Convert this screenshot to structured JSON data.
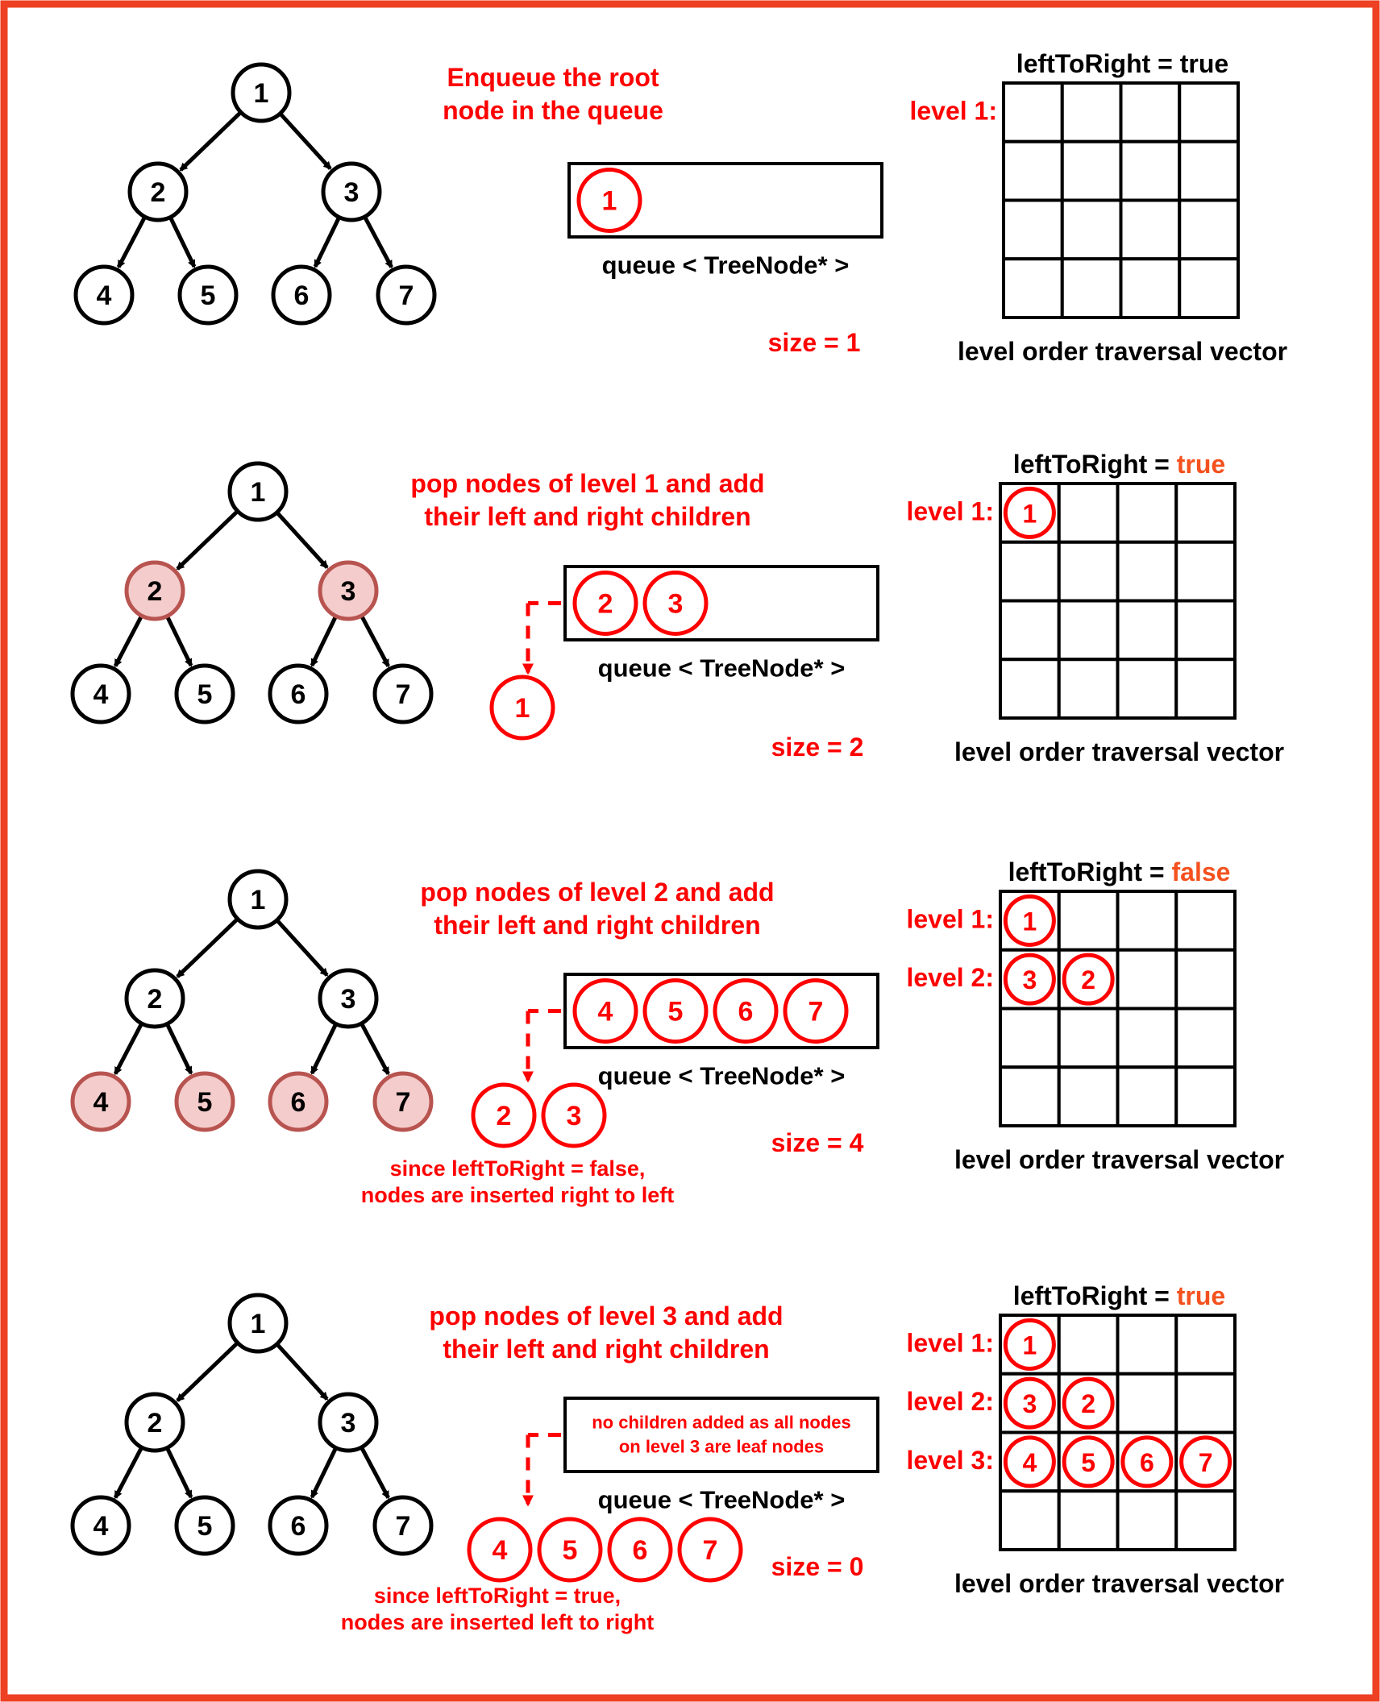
{
  "colors": {
    "border": "#ee4023",
    "red": "#ff0000",
    "accent": "#f4511e",
    "highlight_fill": "#f4cccc",
    "highlight_stroke": "#b85450",
    "ink": "#000000"
  },
  "labels": {
    "queue_type": "queue < TreeNode* >",
    "vector_caption": "level order traversal vector",
    "flag_name": "leftToRight = "
  },
  "tree_nodes": [
    "1",
    "2",
    "3",
    "4",
    "5",
    "6",
    "7"
  ],
  "steps": [
    {
      "caption": [
        "Enqueue the root",
        "node in the queue"
      ],
      "highlighted": [],
      "queue": [
        "1"
      ],
      "queue_note": [],
      "popped": [],
      "size": "size = 1",
      "flag_value": "true",
      "flag_color": "ink",
      "grid_rows": [],
      "row_labels": [
        "level 1:"
      ],
      "note": []
    },
    {
      "caption": [
        "pop nodes of level 1 and add",
        "their left and right children"
      ],
      "highlighted": [
        "2",
        "3"
      ],
      "queue": [
        "2",
        "3"
      ],
      "queue_note": [],
      "popped": [
        "1"
      ],
      "size": "size = 2",
      "flag_value": "true",
      "flag_color": "accent",
      "grid_rows": [
        [
          "1"
        ]
      ],
      "row_labels": [
        "level 1:"
      ],
      "note": []
    },
    {
      "caption": [
        "pop nodes of level 2 and add",
        "their left and right children"
      ],
      "highlighted": [
        "4",
        "5",
        "6",
        "7"
      ],
      "queue": [
        "4",
        "5",
        "6",
        "7"
      ],
      "queue_note": [],
      "popped": [
        "2",
        "3"
      ],
      "size": "size = 4",
      "flag_value": "false",
      "flag_color": "accent",
      "grid_rows": [
        [
          "1"
        ],
        [
          "3",
          "2"
        ]
      ],
      "row_labels": [
        "level 1:",
        "level 2:"
      ],
      "note": [
        "since leftToRight = false,",
        "nodes are inserted right to left"
      ]
    },
    {
      "caption": [
        "pop nodes of level 3 and add",
        "their left and right children"
      ],
      "highlighted": [],
      "queue": [],
      "queue_note": [
        "no children added as all nodes",
        "on level 3 are leaf nodes"
      ],
      "popped": [
        "4",
        "5",
        "6",
        "7"
      ],
      "size": "size = 0",
      "flag_value": "true",
      "flag_color": "accent",
      "grid_rows": [
        [
          "1"
        ],
        [
          "3",
          "2"
        ],
        [
          "4",
          "5",
          "6",
          "7"
        ]
      ],
      "row_labels": [
        "level 1:",
        "level 2:",
        "level 3:"
      ],
      "note": [
        "since leftToRight = true,",
        "nodes are inserted left to right"
      ]
    }
  ]
}
